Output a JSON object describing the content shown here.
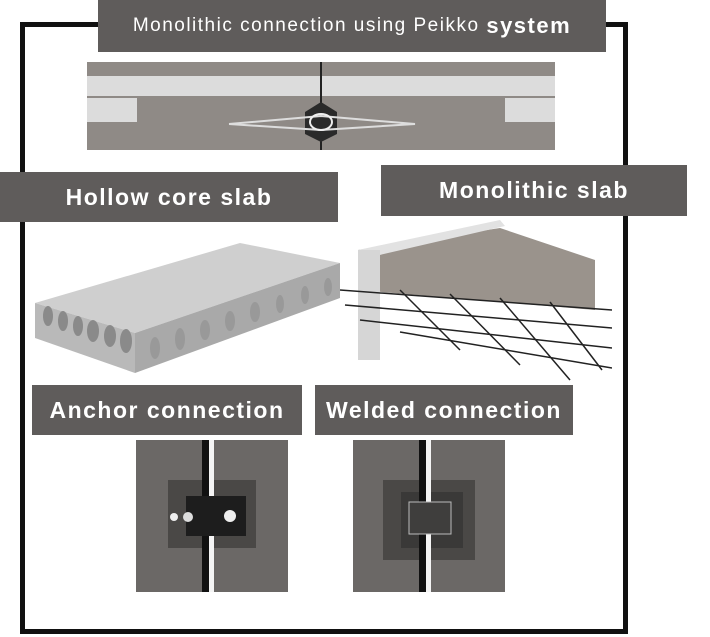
{
  "title": {
    "main": "Monolithic connection using Peikko",
    "emphasis": "system"
  },
  "labels": {
    "hollow_core": "Hollow core slab",
    "monolithic": "Monolithic slab",
    "anchor": "Anchor connection",
    "welded": "Welded connection"
  },
  "colors": {
    "label_bg": "#5f5c5b",
    "frame": "#111111",
    "concrete": "#8f8a86"
  }
}
